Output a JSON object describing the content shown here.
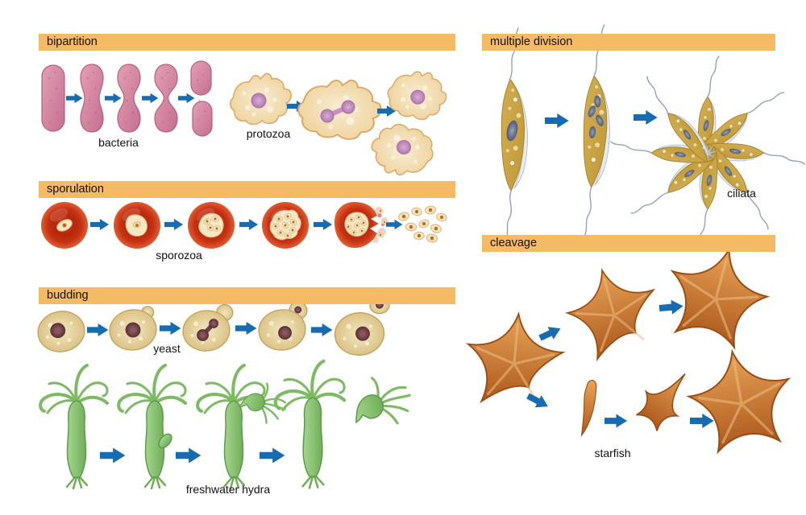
{
  "figure": {
    "type": "biology-diagram",
    "topic": "types of asexual reproduction"
  },
  "colors": {
    "canvas": "#FFFFFF",
    "header-bg": "#F5BA64",
    "text": "#111111",
    "arrow": "#176BB0",
    "bacteria-pink": "#D288A0",
    "protozoa-tan": "#F4DFB4",
    "nucleus-purple": "#C48FC0",
    "sporozoa-red": "#C63214",
    "spore-cream": "#F5E7C4",
    "spore-dot": "#C06C14",
    "yeast-tan": "#E7D8A6",
    "yeast-nucleus": "#6F4147",
    "hydra-green": "#8CC579",
    "ciliate-gold": "#CCA845",
    "ciliate-slate": "#55617D",
    "starfish-orange": "#C8702E"
  },
  "sections": {
    "bipartition": {
      "header": "bipartition",
      "organisms": [
        {
          "label": "bacteria",
          "stages": 5
        },
        {
          "label": "protozoa",
          "stages": 3
        }
      ]
    },
    "sporulation": {
      "header": "sporulation",
      "organisms": [
        {
          "label": "sporozoa",
          "stages": 6
        }
      ]
    },
    "budding": {
      "header": "budding",
      "organisms": [
        {
          "label": "yeast",
          "stages": 5
        },
        {
          "label": "freshwater hydra",
          "stages": 4
        }
      ]
    },
    "multiple_division": {
      "header": "multiple division",
      "organisms": [
        {
          "label": "ciliata",
          "stages": 3
        }
      ]
    },
    "cleavage": {
      "header": "cleavage",
      "organisms": [
        {
          "label": "starfish",
          "stages": 6
        }
      ]
    }
  }
}
